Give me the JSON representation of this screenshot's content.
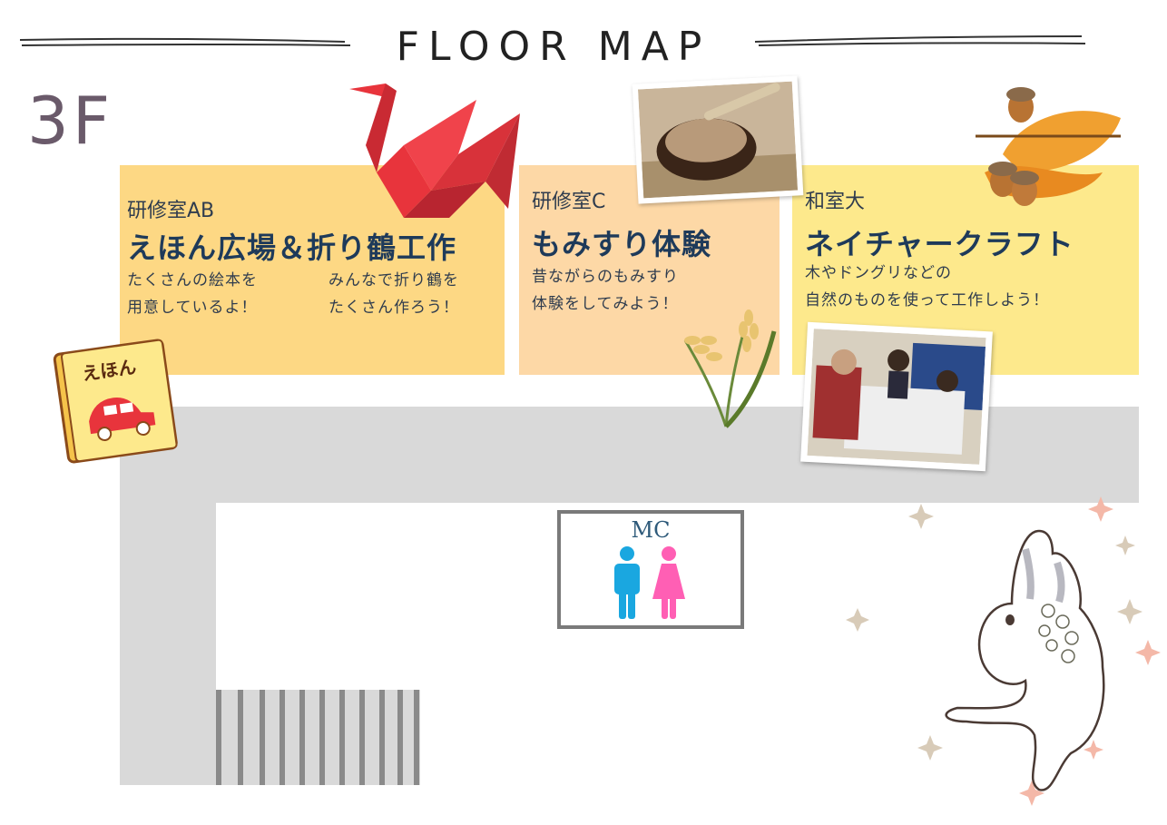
{
  "header": {
    "title": "FLOOR MAP",
    "floor": "3F"
  },
  "rooms": [
    {
      "name": "研修室AB",
      "title": "えほん広場＆折り鶴工作",
      "desc_left": "たくさんの絵本を\n用意しているよ！",
      "desc_right": "みんなで折り鶴を\nたくさん作ろう！"
    },
    {
      "name": "研修室C",
      "title": "もみすり体験",
      "desc": "昔ながらのもみすり\n体験をしてみよう！"
    },
    {
      "name": "和室大",
      "title": "ネイチャークラフト",
      "desc": "木やドングリなどの\n自然のものを使って工作しよう！"
    }
  ],
  "restroom": {
    "label": "MC"
  },
  "book": {
    "label": "えほん"
  },
  "colors": {
    "room_ab": "#fdd884",
    "room_c": "#fdd8a6",
    "room_w": "#fde98c",
    "corridor": "#d9d9d9",
    "male": "#1aa7e0",
    "female": "#ff5fb4",
    "crane": "#e8343c"
  }
}
